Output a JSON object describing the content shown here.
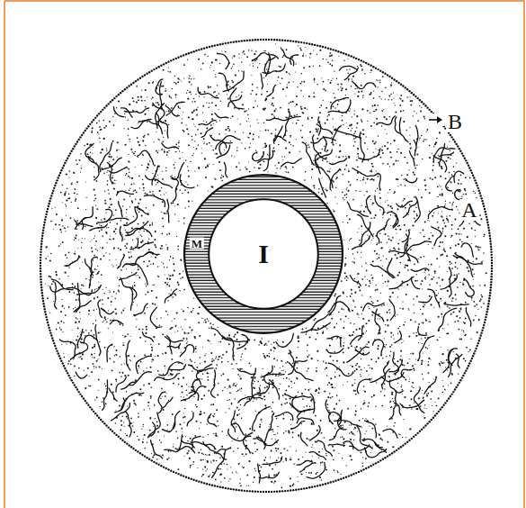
{
  "diagram": {
    "nodes": [
      {
        "text": [
          "I"
        ]
      }
    ],
    "labels": [
      "M",
      "B",
      "A"
    ]
  }
}
